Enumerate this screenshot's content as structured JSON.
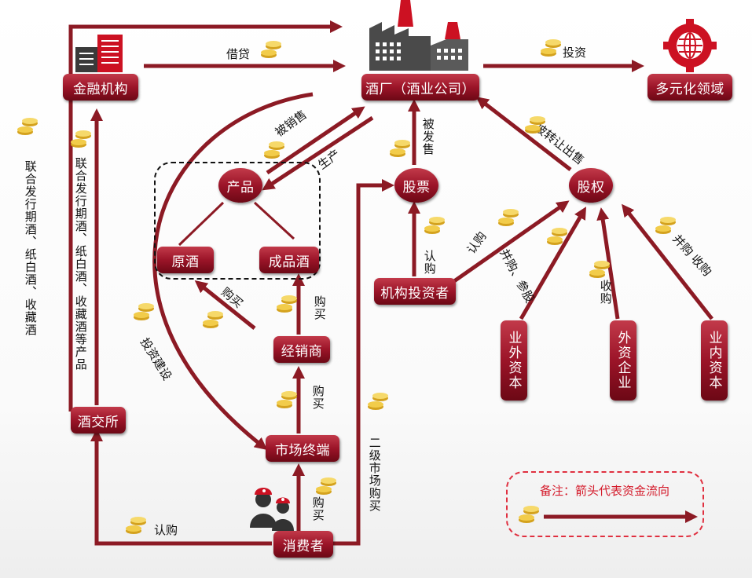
{
  "nodes": {
    "winery": "酒厂（酒业公司）",
    "finance": "金融机构",
    "diversified": "多元化领域",
    "product": "产品",
    "base_liquor": "原酒",
    "finished_liquor": "成品酒",
    "stock": "股票",
    "equity": "股权",
    "institutional_investors": "机构投资者",
    "distributor": "经销商",
    "market_terminal": "市场终端",
    "consumer": "消费者",
    "exchange": "酒交所",
    "outside_capital": "业外资本",
    "foreign_enterprise": "外资企业",
    "industry_capital": "业内资本"
  },
  "labels": {
    "loan": "借贷",
    "invest": "投资",
    "sold": "被销售",
    "produce": "生产",
    "issued_for_sale": "被发售",
    "transfer_sold": "被转让出售",
    "subscribe_stock": "认购",
    "subscribe_equity": "认购",
    "merge_participate": "并购、参股",
    "acquire": "收购",
    "merge_acquire": "并购 收购",
    "buy_base": "购买",
    "buy_finished": "购买",
    "buy_from_terminal": "购买",
    "buy_consumer": "购买",
    "investment_construction": "投资建设",
    "secondary_market": "二级市场购买",
    "consumer_subscribe": "认购",
    "joint_issue_left": "联合发行期酒、纸白酒、收藏酒",
    "joint_issue_right": "联合发行期酒、纸白酒、收藏酒等产品"
  },
  "note": "备注：箭头代表资金流向",
  "colors": {
    "accent": "#9b1428",
    "arrow": "#8c1a24",
    "note": "#d41a2a",
    "factory": "#4a4a4a",
    "chimney": "#cc1122"
  },
  "icons": [
    "factory-icon",
    "bank-building-icon",
    "globe-gear-icon",
    "coin-stack-icon",
    "consumers-icon"
  ]
}
